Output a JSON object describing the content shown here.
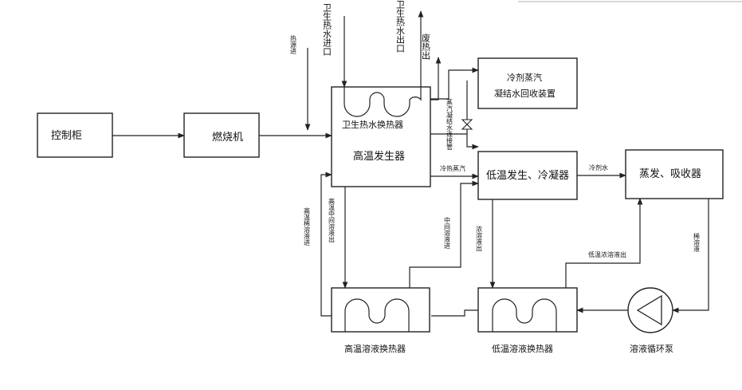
{
  "boxes": {
    "control_cabinet": "控制柜",
    "burner": "燃烧机",
    "hot_water_hx": "卫生热水换热器",
    "high_temp_generator": "高温发生器",
    "refrigerant_vapor_line1": "冷剂蒸汽",
    "refrigerant_vapor_line2": "凝结水回收装置",
    "low_temp_gen_condenser": "低温发生、冷凝器",
    "evaporator_absorber": "蒸发、吸收器",
    "high_temp_solution_hx": "高温溶液换热器",
    "low_temp_solution_hx": "低温溶液换热器",
    "solution_pump": "溶液循环泵"
  },
  "pipes": {
    "heat_source_in": "热源进",
    "hot_water_in": "卫生热水进口",
    "hot_water_out": "卫生热水出口",
    "waste_heat_out": "废热出",
    "condensate_valve": "蒸汽凝结水连接管",
    "refrigerant_vapor": "冷热蒸汽",
    "refrigerant_water": "冷剂水",
    "dilute_solution": "稀溶液",
    "low_temp_concentrate": "低温浓溶液出",
    "concentrate_out": "浓溶液出",
    "medium_solution_in": "中间溶液进",
    "high_temp_medium_out": "高温中间溶液出",
    "high_temp_dilute_in": "高温稀溶液进"
  }
}
